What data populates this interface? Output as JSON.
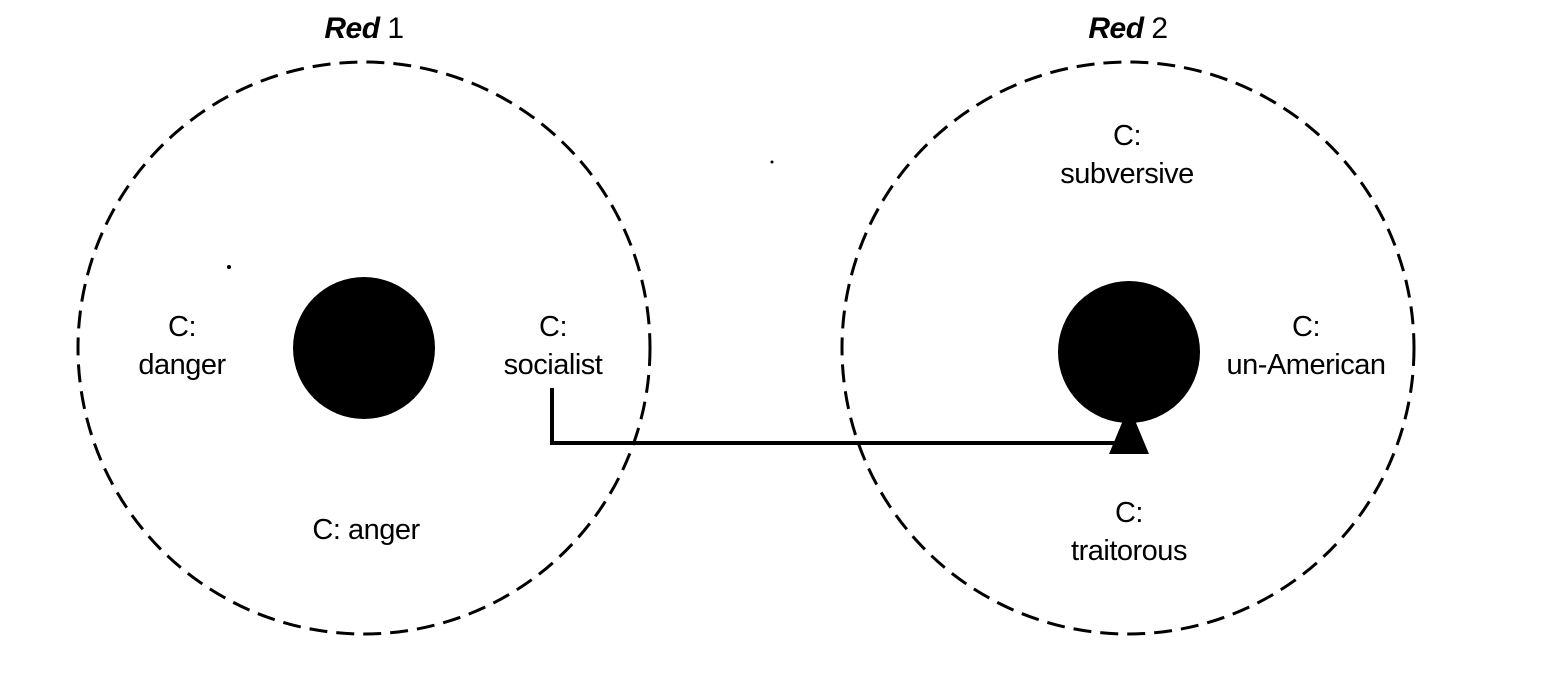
{
  "diagram": {
    "left": {
      "title_word": "Red",
      "title_number": "1",
      "concepts": {
        "danger": {
          "prefix": "C:",
          "text": "danger"
        },
        "socialist": {
          "prefix": "C:",
          "text": "socialist"
        },
        "anger": {
          "full": "C: anger"
        }
      }
    },
    "right": {
      "title_word": "Red",
      "title_number": "2",
      "concepts": {
        "subversive": {
          "prefix": "C:",
          "text": "subversive"
        },
        "un_american": {
          "prefix": "C:",
          "text": "un-American"
        },
        "traitorous": {
          "prefix": "C:",
          "text": "traitorous"
        }
      }
    },
    "colors": {
      "ink": "#000000",
      "background": "#ffffff"
    }
  }
}
